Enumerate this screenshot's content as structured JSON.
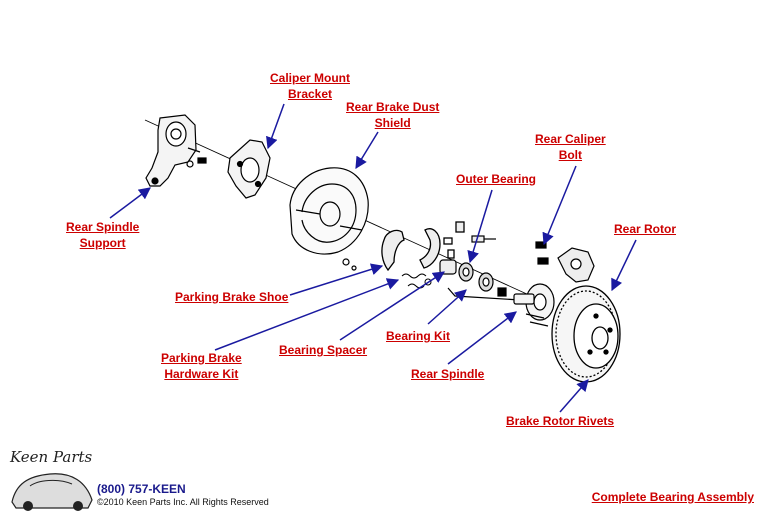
{
  "labels": {
    "caliper_mount_bracket": [
      "Caliper Mount",
      "Bracket"
    ],
    "rear_brake_dust_shield": [
      "Rear Brake Dust",
      "Shield"
    ],
    "rear_caliper_bolt": [
      "Rear Caliper",
      "Bolt"
    ],
    "outer_bearing": "Outer Bearing",
    "rear_rotor": "Rear Rotor",
    "rear_spindle_support": [
      "Rear Spindle",
      "Support"
    ],
    "parking_brake_shoe": "Parking Brake Shoe",
    "bearing_kit": "Bearing Kit",
    "bearing_spacer": "Bearing Spacer",
    "parking_brake_hardware_kit": [
      "Parking Brake",
      "Hardware Kit"
    ],
    "rear_spindle": "Rear Spindle",
    "brake_rotor_rivets": "Brake Rotor Rivets"
  },
  "footer": {
    "phone": "(800) 757-KEEN",
    "copyright": "©2010 Keen Parts Inc. All Rights Reserved",
    "complete_assembly": "Complete Bearing Assembly"
  },
  "logo_text": "Keen Parts",
  "colors": {
    "label": "#cc0000",
    "arrow": "#1a1aa0",
    "line": "#000000"
  }
}
